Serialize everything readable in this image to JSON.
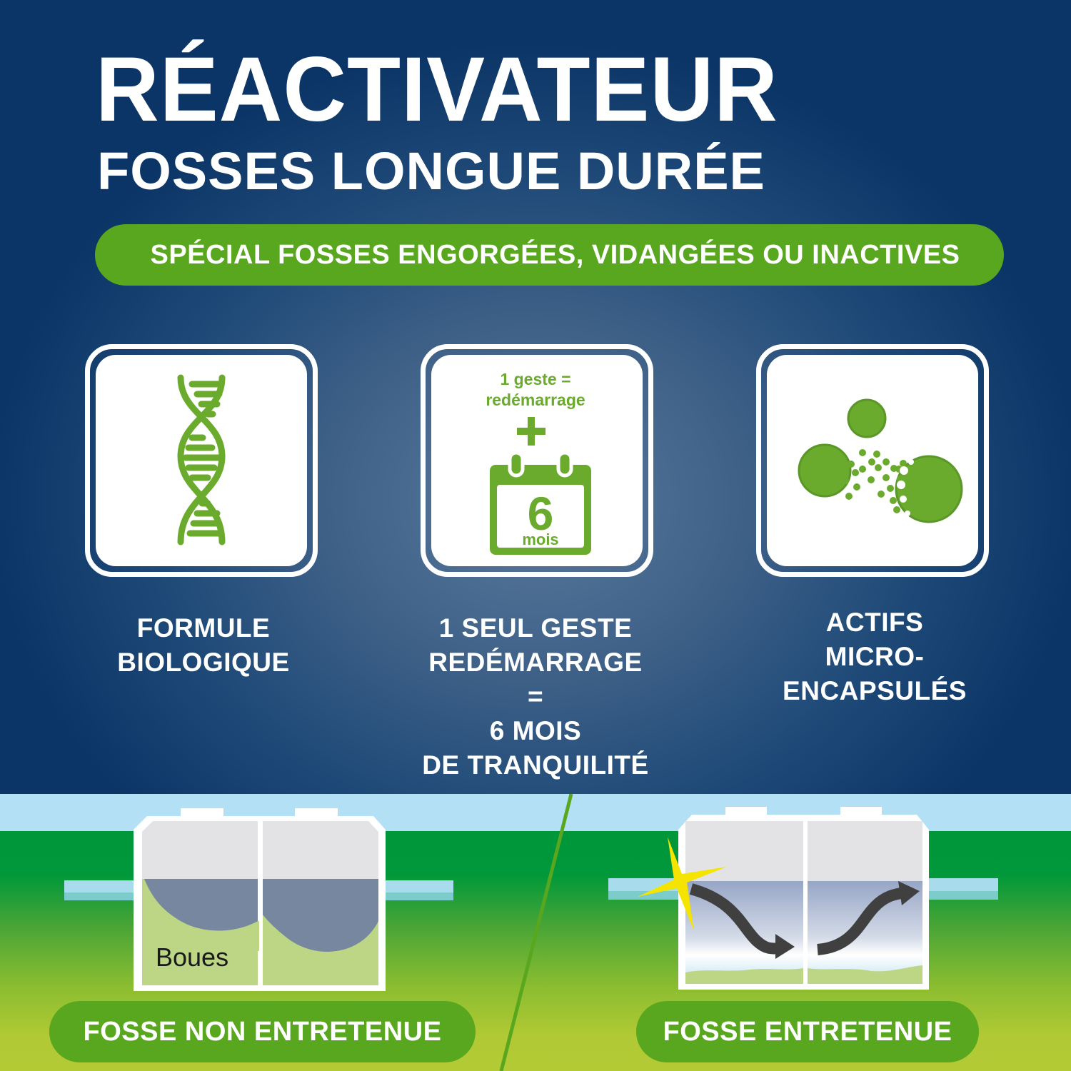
{
  "header": {
    "title": "RÉACTIVATEUR",
    "subtitle": "FOSSES LONGUE DURÉE"
  },
  "banner": {
    "text": "SPÉCIAL FOSSES ENGORGÉES, VIDANGÉES OU INACTIVES"
  },
  "features": [
    {
      "icon": "dna-icon",
      "caption_lines": [
        "FORMULE",
        "BIOLOGIQUE"
      ]
    },
    {
      "icon": "calendar-icon",
      "icon_text": {
        "line1": "1 geste =",
        "line2": "redémarrage",
        "plus": "+",
        "number": "6",
        "unit": "mois"
      },
      "caption_lines": [
        "1 SEUL GESTE",
        "REDÉMARRAGE",
        "=",
        "6 MOIS",
        "DE TRANQUILITÉ"
      ]
    },
    {
      "icon": "microcapsules-icon",
      "caption_lines": [
        "ACTIFS",
        "MICRO-",
        "ENCAPSULÉS"
      ]
    }
  ],
  "comparison": {
    "left": {
      "label": "FOSSE NON ENTRETENUE",
      "sludge_label": "Boues"
    },
    "right": {
      "label": "FOSSE ENTRETENUE"
    }
  },
  "colors": {
    "navy": "#0b3566",
    "green": "#58a71e",
    "icon_green": "#6aab2e",
    "sky": "#b4e0f5",
    "ground_dark": "#00963a",
    "ground_light": "#b3ca35",
    "sludge": "#bcd686",
    "water_dirty": "#7787a0",
    "arrow": "#404040",
    "spark": "#f5e400"
  }
}
